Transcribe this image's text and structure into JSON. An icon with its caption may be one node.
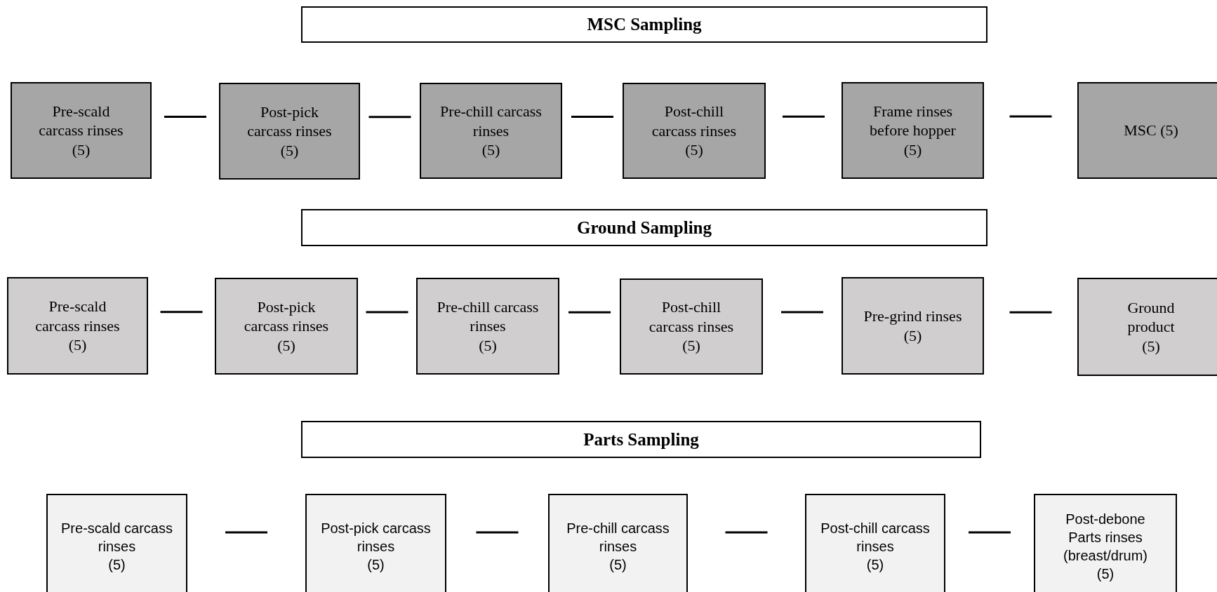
{
  "diagram": {
    "nodes": [
      {
        "text": [
          "MSC Sampling"
        ]
      },
      {
        "text": [
          "Pre-scald carcass rinses",
          "(5)"
        ]
      },
      {
        "text": [
          "Post-pick carcass rinses",
          "(5)"
        ]
      },
      {
        "text": [
          "Pre-chill carcass rinses",
          "(5)"
        ]
      },
      {
        "text": [
          "Post-chill carcass rinses",
          "(5)"
        ]
      },
      {
        "text": [
          "Frame rinses before hopper",
          "(5)"
        ]
      },
      {
        "text": [
          "MSC (5)"
        ]
      },
      {
        "text": [
          "Ground Sampling"
        ]
      },
      {
        "text": [
          "Pre-scald carcass rinses",
          "(5)"
        ]
      },
      {
        "text": [
          "Post-pick carcass rinses",
          "(5)"
        ]
      },
      {
        "text": [
          "Pre-chill carcass rinses",
          "(5)"
        ]
      },
      {
        "text": [
          "Post-chill carcass rinses",
          "(5)"
        ]
      },
      {
        "text": [
          "Pre-grind rinses",
          "(5)"
        ]
      },
      {
        "text": [
          "Ground product",
          "(5)"
        ]
      },
      {
        "text": [
          "Parts Sampling"
        ]
      },
      {
        "text": [
          "Pre-scald carcass rinses",
          "(5)"
        ]
      },
      {
        "text": [
          "Post-pick carcass rinses",
          "(5)"
        ]
      },
      {
        "text": [
          "Pre-chill carcass rinses",
          "(5)"
        ]
      },
      {
        "text": [
          "Post-chill carcass rinses",
          "(5)"
        ]
      },
      {
        "text": [
          "Post-debone Parts rinses (breast/drum)",
          "(5)"
        ]
      }
    ],
    "edges": [
      {
        "from": 1,
        "to": 2,
        "arrow": "none"
      },
      {
        "from": 2,
        "to": 3,
        "arrow": "none"
      },
      {
        "from": 3,
        "to": 4,
        "arrow": "none"
      },
      {
        "from": 4,
        "to": 5,
        "arrow": "none"
      },
      {
        "from": 5,
        "to": 6,
        "arrow": "none"
      },
      {
        "from": 8,
        "to": 9,
        "arrow": "none"
      },
      {
        "from": 9,
        "to": 10,
        "arrow": "none"
      },
      {
        "from": 10,
        "to": 11,
        "arrow": "none"
      },
      {
        "from": 11,
        "to": 12,
        "arrow": "none"
      },
      {
        "from": 12,
        "to": 13,
        "arrow": "none"
      },
      {
        "from": 15,
        "to": 16,
        "arrow": "none"
      },
      {
        "from": 16,
        "to": 17,
        "arrow": "none"
      },
      {
        "from": 17,
        "to": 18,
        "arrow": "none"
      },
      {
        "from": 18,
        "to": 19,
        "arrow": "none"
      }
    ]
  }
}
